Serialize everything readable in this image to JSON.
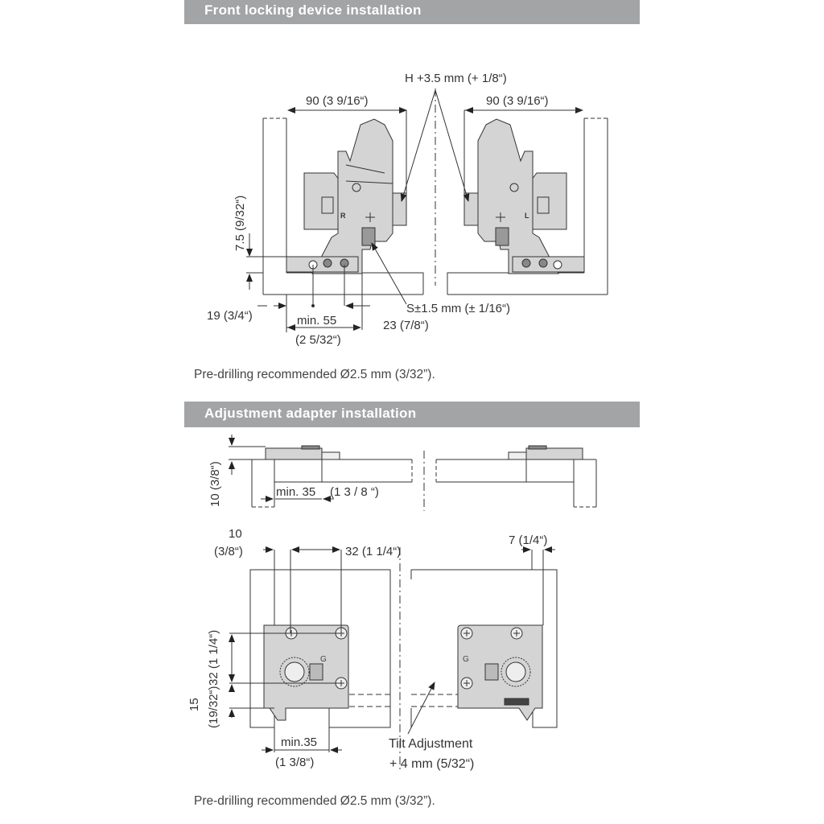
{
  "sections": [
    {
      "title": "Front locking device installation",
      "labels": {
        "width_left": "90 (3 9/16“)",
        "width_right": "90 (3 9/16“)",
        "height_adjust": "H +3.5 mm (+ 1/8“)",
        "side_adjust": "S±1.5 mm (± 1/16“)",
        "vertical_offset": "7.5 (9/32“)",
        "dim_19": "19 (3/4“)",
        "min_55": "min. 55",
        "min_55_in": "(2 5/32“)",
        "dim_23": "23 (7/8“)",
        "mark_r": "R",
        "mark_l": "L"
      },
      "note": "Pre-drilling recommended Ø2.5 mm (3/32”)."
    },
    {
      "title": "Adjustment adapter installation",
      "labels": {
        "side_height": "10 (3/8“)",
        "side_min35": "min. 35",
        "side_min35_in": "(1  3 / 8 “)",
        "dim_10": "10",
        "dim_10_in": "(3/8“)",
        "dim_32_h": "32 (1 1/4“)",
        "dim_7": "7 (1/4“)",
        "dim_32_v": "32 (1 1/4“)",
        "dim_15": "15",
        "dim_15_in": "(19/32“)",
        "front_min35": "min.35",
        "front_min35_in": "(1 3/8“)",
        "tilt_label": "Tilt Adjustment",
        "tilt_value": "+ 4 mm (5/32“)"
      },
      "note": "Pre-drilling recommended Ø2.5 mm (3/32”)."
    }
  ],
  "colors": {
    "header": "#a3a4a6",
    "part": "#d4d4d4",
    "line": "#333333"
  }
}
